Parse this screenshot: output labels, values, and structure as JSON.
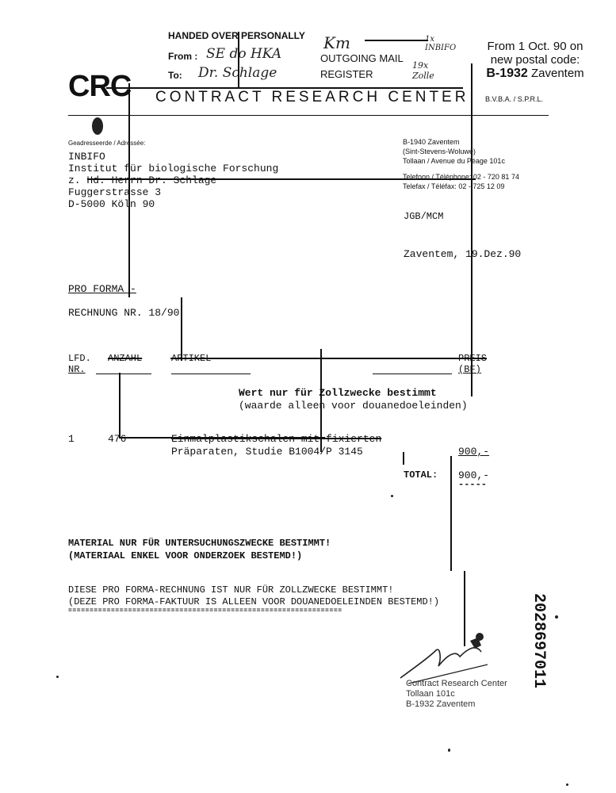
{
  "stamp": {
    "line1": "HANDED OVER PERSONALLY",
    "from_label": "From :",
    "from_value": "SE do HKA",
    "to_label": "To:",
    "to_value": "Dr. Schlage"
  },
  "outgoing": {
    "line1": "OUTGOING MAIL",
    "line2": "REGISTER",
    "hw1": "1x INBIFO",
    "hw2": "19x Zolle"
  },
  "notice": {
    "line1": "From 1 Oct. 90 on",
    "line2": "new postal code:",
    "code": "B-1932",
    "city": "Zaventem"
  },
  "letterhead": {
    "logo": "CRC",
    "name": "CONTRACT RESEARCH CENTER",
    "legal": "B.V.B.A. / S.P.R.L."
  },
  "addressee": {
    "label": "Geadresseerde / Adressée:",
    "lines": [
      "INBIFO",
      "Institut für biologische Forschung",
      "z. Hd. Herrn Dr. Schlage",
      "Fuggerstrasse 3",
      "",
      "D-5000 Köln 90"
    ]
  },
  "sender": {
    "lines": [
      "B-1940 Zaventem",
      "(Sint-Stevens-Woluwe)",
      "Tollaan / Avenue du Péage 101c",
      "",
      "Telefoon / Téléphone: 02 - 720 81 74",
      "Telefax / Téléfax: 02 - 725 12 09"
    ],
    "ref": "JGB/MCM",
    "date": "Zaventem, 19.Dez.90"
  },
  "invoice": {
    "pro_forma": "PRO FORMA -",
    "number": "RECHNUNG NR. 18/90",
    "col_lfd": "LFD.",
    "col_nr": "NR.",
    "col_anzahl": "ANZAHL",
    "col_artikel": "ARTIKEL",
    "col_preis": "PREIS",
    "col_bf": "(BF)",
    "value_note1": "Wert nur für Zollzwecke bestimmt",
    "value_note2": "(waarde alleen voor douanedoeleinden)",
    "item_no": "1",
    "item_qty": "476",
    "item_desc1": "Einmalplastikschalen mit fixierten",
    "item_desc2": "Präparaten, Studie B1004/P 3145",
    "item_price": "900,-",
    "total_label": "TOTAL:",
    "total_value": "900,-",
    "total_rule": "-----"
  },
  "material": {
    "line1": "MATERIAL NUR FÜR UNTERSUCHUNGSZWECKE BESTIMMT!",
    "line2": "(MATERIAAL ENKEL VOOR ONDERZOEK BESTEMD!)"
  },
  "customs": {
    "line1": "DIESE PRO FORMA-RECHNUNG IST NUR FÜR ZOLLZWECKE BESTIMMT!",
    "line2": "(DEZE PRO FORMA-FAKTUUR IS ALLEEN VOOR DOUANEDOELEINDEN BESTEMD!)",
    "rule": "================================================================"
  },
  "signature_stamp": {
    "line1": "Contract Research Center",
    "line2": "Tollaan 101c",
    "line3": "B-1932 Zaventem"
  },
  "doc_id": "2028697011"
}
